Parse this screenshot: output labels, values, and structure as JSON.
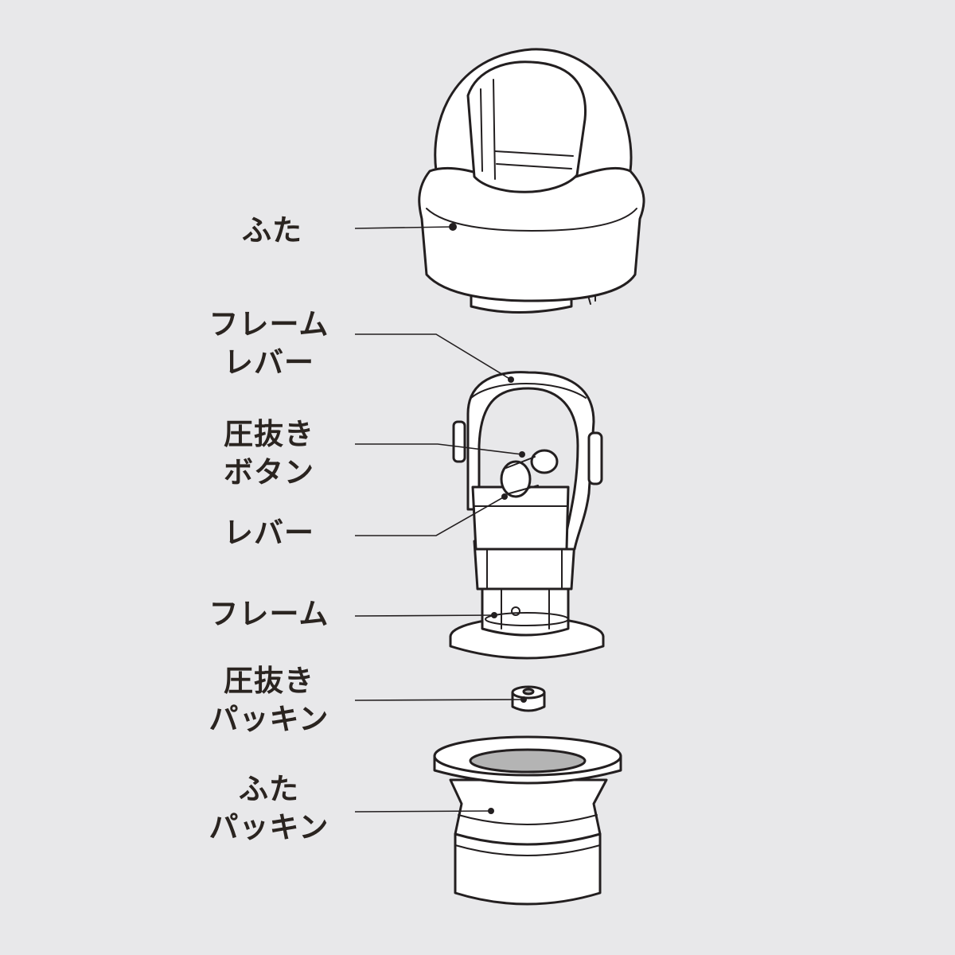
{
  "labels": {
    "lid": "ふた",
    "frame_lever": "フレーム\nレバー",
    "pressure_button": "圧抜き\nボタン",
    "lever": "レバー",
    "frame": "フレーム",
    "pressure_packing": "圧抜き\nパッキン",
    "lid_packing": "ふた\nパッキン"
  },
  "colors": {
    "background": "#e8e8ea",
    "line": "#231f20",
    "part_fill": "#ffffff",
    "label_text": "#2a2420"
  }
}
